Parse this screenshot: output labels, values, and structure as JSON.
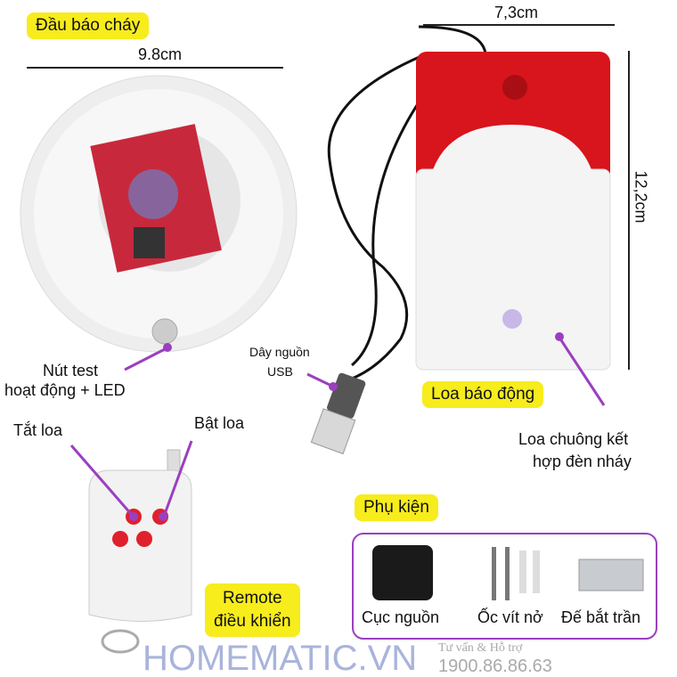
{
  "labels": {
    "smoke_detector": "Đầu báo cháy",
    "width_detector": "9.8cm",
    "width_siren": "7,3cm",
    "height_siren": "12,2cm",
    "test_button": [
      "Nút test",
      "hoạt động + LED"
    ],
    "usb_cable": [
      "Dây nguồn",
      "USB"
    ],
    "siren": "Loa báo động",
    "siren_desc": [
      "Loa chuông kết",
      "hợp đèn nháy"
    ],
    "speaker_off": "Tắt loa",
    "speaker_on": "Bật loa",
    "remote": [
      "Remote",
      "điều khiển"
    ],
    "accessories": "Phụ kiện",
    "accessory_items": [
      "Cục nguồn",
      "Ốc vít nở",
      "Đế bắt trần"
    ]
  },
  "watermark": {
    "brand": "HOMEMATIC.VN",
    "support": "Tư vấn & Hỗ trợ",
    "phone": "1900.86.86.63"
  },
  "colors": {
    "tag_yellow": "#f7ec1c",
    "arrow_purple": "#9b3fc0",
    "siren_red": "#d8141c"
  }
}
